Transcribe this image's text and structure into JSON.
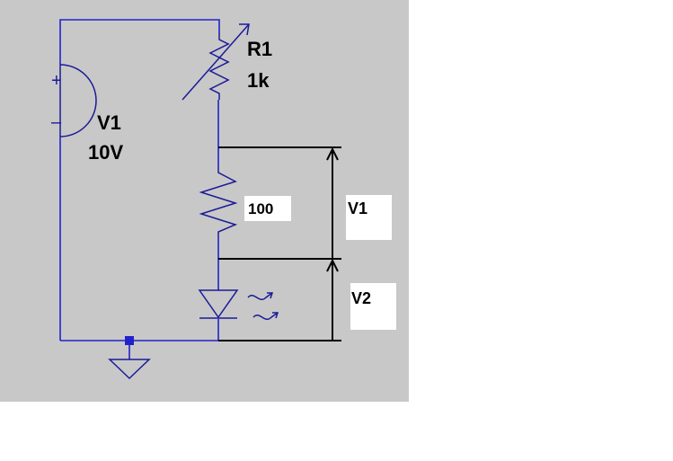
{
  "colors": {
    "canvas": "#c8c8c8",
    "wire": "#2222cc",
    "component": "#1a1a99",
    "node": "#2222cc",
    "annotation": "#000000",
    "label_box": "#ffffff"
  },
  "source": {
    "name": "V1",
    "value": "10V",
    "plus": "+",
    "minus": "–"
  },
  "potentiometer": {
    "name": "R1",
    "value": "1k"
  },
  "resistor": {
    "value": "100"
  },
  "diode": {
    "icon": "led-icon"
  },
  "measurements": {
    "across_resistor": "V1",
    "across_led": "V2"
  }
}
